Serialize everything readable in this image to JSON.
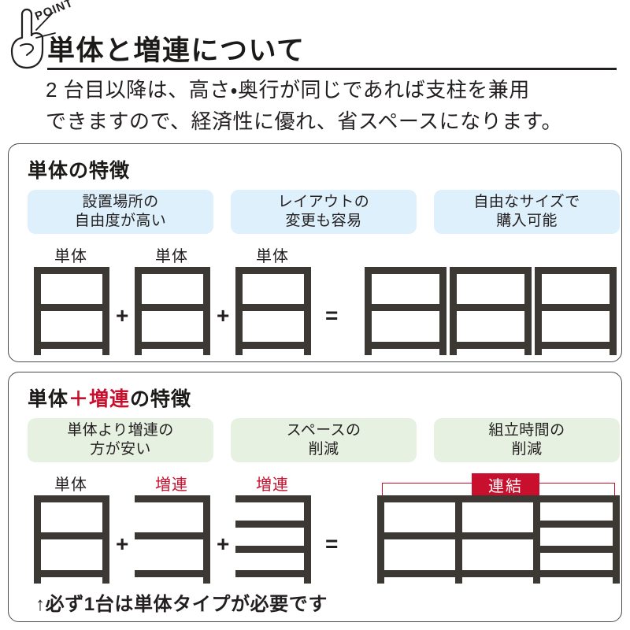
{
  "header": {
    "point_badge": "POINT",
    "icon": "pointing-hand-icon",
    "title": "単体と増連について",
    "lead_line1": "2 台目以降は、高さ・奥行が同じであれば支柱を兼用",
    "lead_line2": "できますので、経済性に優れ、省スペースになります。"
  },
  "colors": {
    "accent_red": "#c8102e",
    "shelf_dark": "#3c3834",
    "pill_blue": "#ddf0fb",
    "pill_green": "#e7f1e1",
    "text": "#231f20",
    "card_border": "#4a4a4a"
  },
  "sections": [
    {
      "id": "single",
      "title_plain": "単体の特徴",
      "title_parts": [
        {
          "text": "単体の特徴",
          "color": "text"
        }
      ],
      "pill_color": "blue",
      "pills": [
        {
          "line1": "設置場所の",
          "line2": "自由度が高い"
        },
        {
          "line1": "レイアウトの",
          "line2": "変更も容易"
        },
        {
          "line1": "自由なサイズで",
          "line2": "購入可能"
        }
      ],
      "equation": {
        "operands": [
          {
            "label": "単体",
            "label_color": "text",
            "type": "standalone"
          },
          {
            "label": "単体",
            "label_color": "text",
            "type": "standalone"
          },
          {
            "label": "単体",
            "label_color": "text",
            "type": "standalone"
          }
        ],
        "operators": [
          "+",
          "+"
        ],
        "equals": "=",
        "result_units": 3,
        "result_shares_posts": false,
        "banner": null
      },
      "note": null
    },
    {
      "id": "combo",
      "title_plain": "単体＋増連の特徴",
      "title_parts": [
        {
          "text": "単体",
          "color": "text"
        },
        {
          "text": "＋増連",
          "color": "accent_red"
        },
        {
          "text": "の特徴",
          "color": "text"
        }
      ],
      "pill_color": "green",
      "pills": [
        {
          "line1": "単体より増連の",
          "line2": "方が安い"
        },
        {
          "line1": "スペースの",
          "line2": "削減"
        },
        {
          "line1": "組立時間の",
          "line2": "削減"
        }
      ],
      "equation": {
        "operands": [
          {
            "label": "単体",
            "label_color": "text",
            "type": "standalone"
          },
          {
            "label": "増連",
            "label_color": "accent_red",
            "type": "addon"
          },
          {
            "label": "増連",
            "label_color": "accent_red",
            "type": "addon"
          }
        ],
        "operators": [
          "+",
          "+"
        ],
        "equals": "=",
        "result_units": 3,
        "result_shares_posts": true,
        "banner": {
          "label": "連結"
        }
      },
      "note": "↑必ず1台は単体タイプが必要です"
    }
  ]
}
